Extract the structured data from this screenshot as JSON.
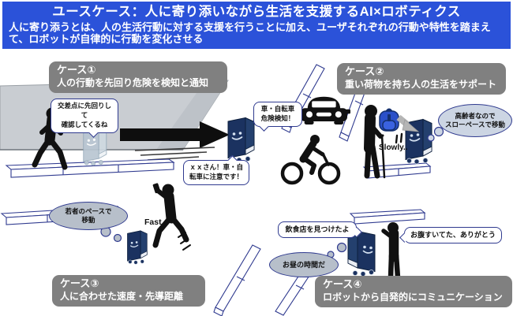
{
  "header": {
    "title": "ユースケース：人に寄り添いながら生活を支援するAI×ロボティクス",
    "subtitle": "人に寄り添うとは、人の生活行動に対する支援を行うことに加え、ユーザそれぞれの行動や特性を踏まえて、ロボットが自律的に行動を変化させる"
  },
  "cases": {
    "case1": {
      "label": "ケース①",
      "description": "人の行動を先回り危険を検知と通知"
    },
    "case2": {
      "label": "ケース②",
      "description": "重い荷物を持ち人の生活をサポート"
    },
    "case3": {
      "label": "ケース③",
      "description": "人に合わせた速度・先導距離"
    },
    "case4": {
      "label": "ケース④",
      "description": "ロボットから自発的にコミュニケーション"
    }
  },
  "speech": {
    "robot1_plan": "交差点に先回りして\n確認してくるね",
    "robot1_detect": "車・自転車\n危険検知！",
    "robot1_warn": "ｘｘさん！車・自\n転車に注意です！",
    "robot4_found": "飲食店を見つけたよ",
    "person4_thanks": "お腹すいてた、ありがとう"
  },
  "thoughts": {
    "robot2_pace": "高齢者なので\nスローペースで移動",
    "robot3_pace": "若者のペースで\n移動",
    "robot4_lunch": "お昼の時間だ"
  },
  "captions": {
    "slowly": "Slowly..",
    "fast": "Fast.."
  },
  "icons": {
    "robot": "box-robot-with-smiley-face",
    "robot_ghost": "faded-box-robot",
    "person_walking": "walking-person-silhouette",
    "person_elderly": "elderly-person-with-cane-silhouette",
    "person_phone": "walking-person-with-smartphone-silhouette",
    "person_standing": "standing-person-waving-silhouette",
    "car": "car-front-silhouette",
    "cyclist": "cyclist-silhouette",
    "backpack": "blue-backpack",
    "forward_arrow": "bold-black-right-arrow",
    "handoff_arrow": "gray-diagonal-arrow"
  },
  "colors": {
    "header_bg": "#2b52d9",
    "case_label_bg": "#808080",
    "bubble_border": "#2f3a8f",
    "thought_blue": "#ccd5e3",
    "thought_gray": "#b7bfca",
    "robot_body": "#1b3260",
    "road_gray": "#c9cdd2",
    "backpack_blue": "#2b50c8"
  }
}
